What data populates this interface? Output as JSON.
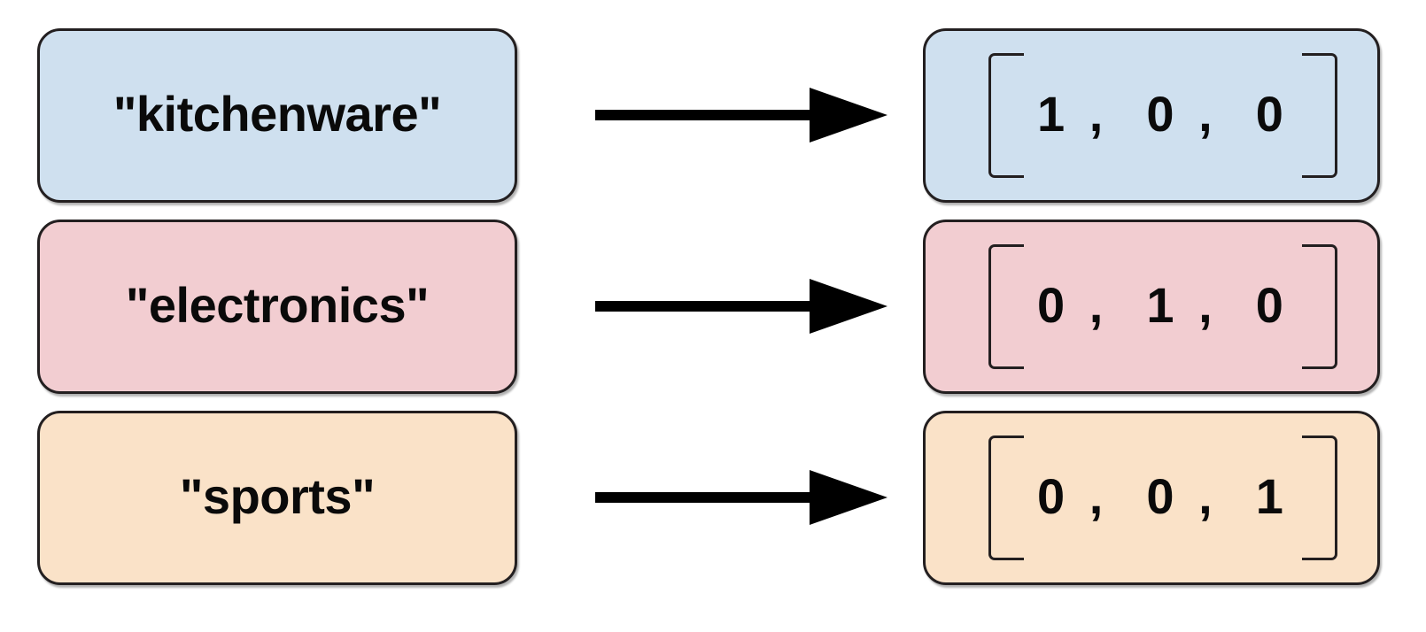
{
  "diagram": {
    "type": "one-hot-encoding-mapping",
    "background_color": "#ffffff",
    "border_color": "#231f20",
    "arrow_color": "#000000",
    "rows": [
      {
        "label": "\"kitchenware\"",
        "vector_text": "1 ,  0 ,  0",
        "vector_values": [
          1,
          0,
          0
        ],
        "fill_color": "#cfe0ef",
        "arrow": "arrow-right"
      },
      {
        "label": "\"electronics\"",
        "vector_text": "0 ,  1 ,  0",
        "vector_values": [
          0,
          1,
          0
        ],
        "fill_color": "#f2cdd1",
        "arrow": "arrow-right"
      },
      {
        "label": "\"sports\"",
        "vector_text": "0 ,  0 ,  1",
        "vector_values": [
          0,
          0,
          1
        ],
        "fill_color": "#fae2c8",
        "arrow": "arrow-right"
      }
    ]
  }
}
